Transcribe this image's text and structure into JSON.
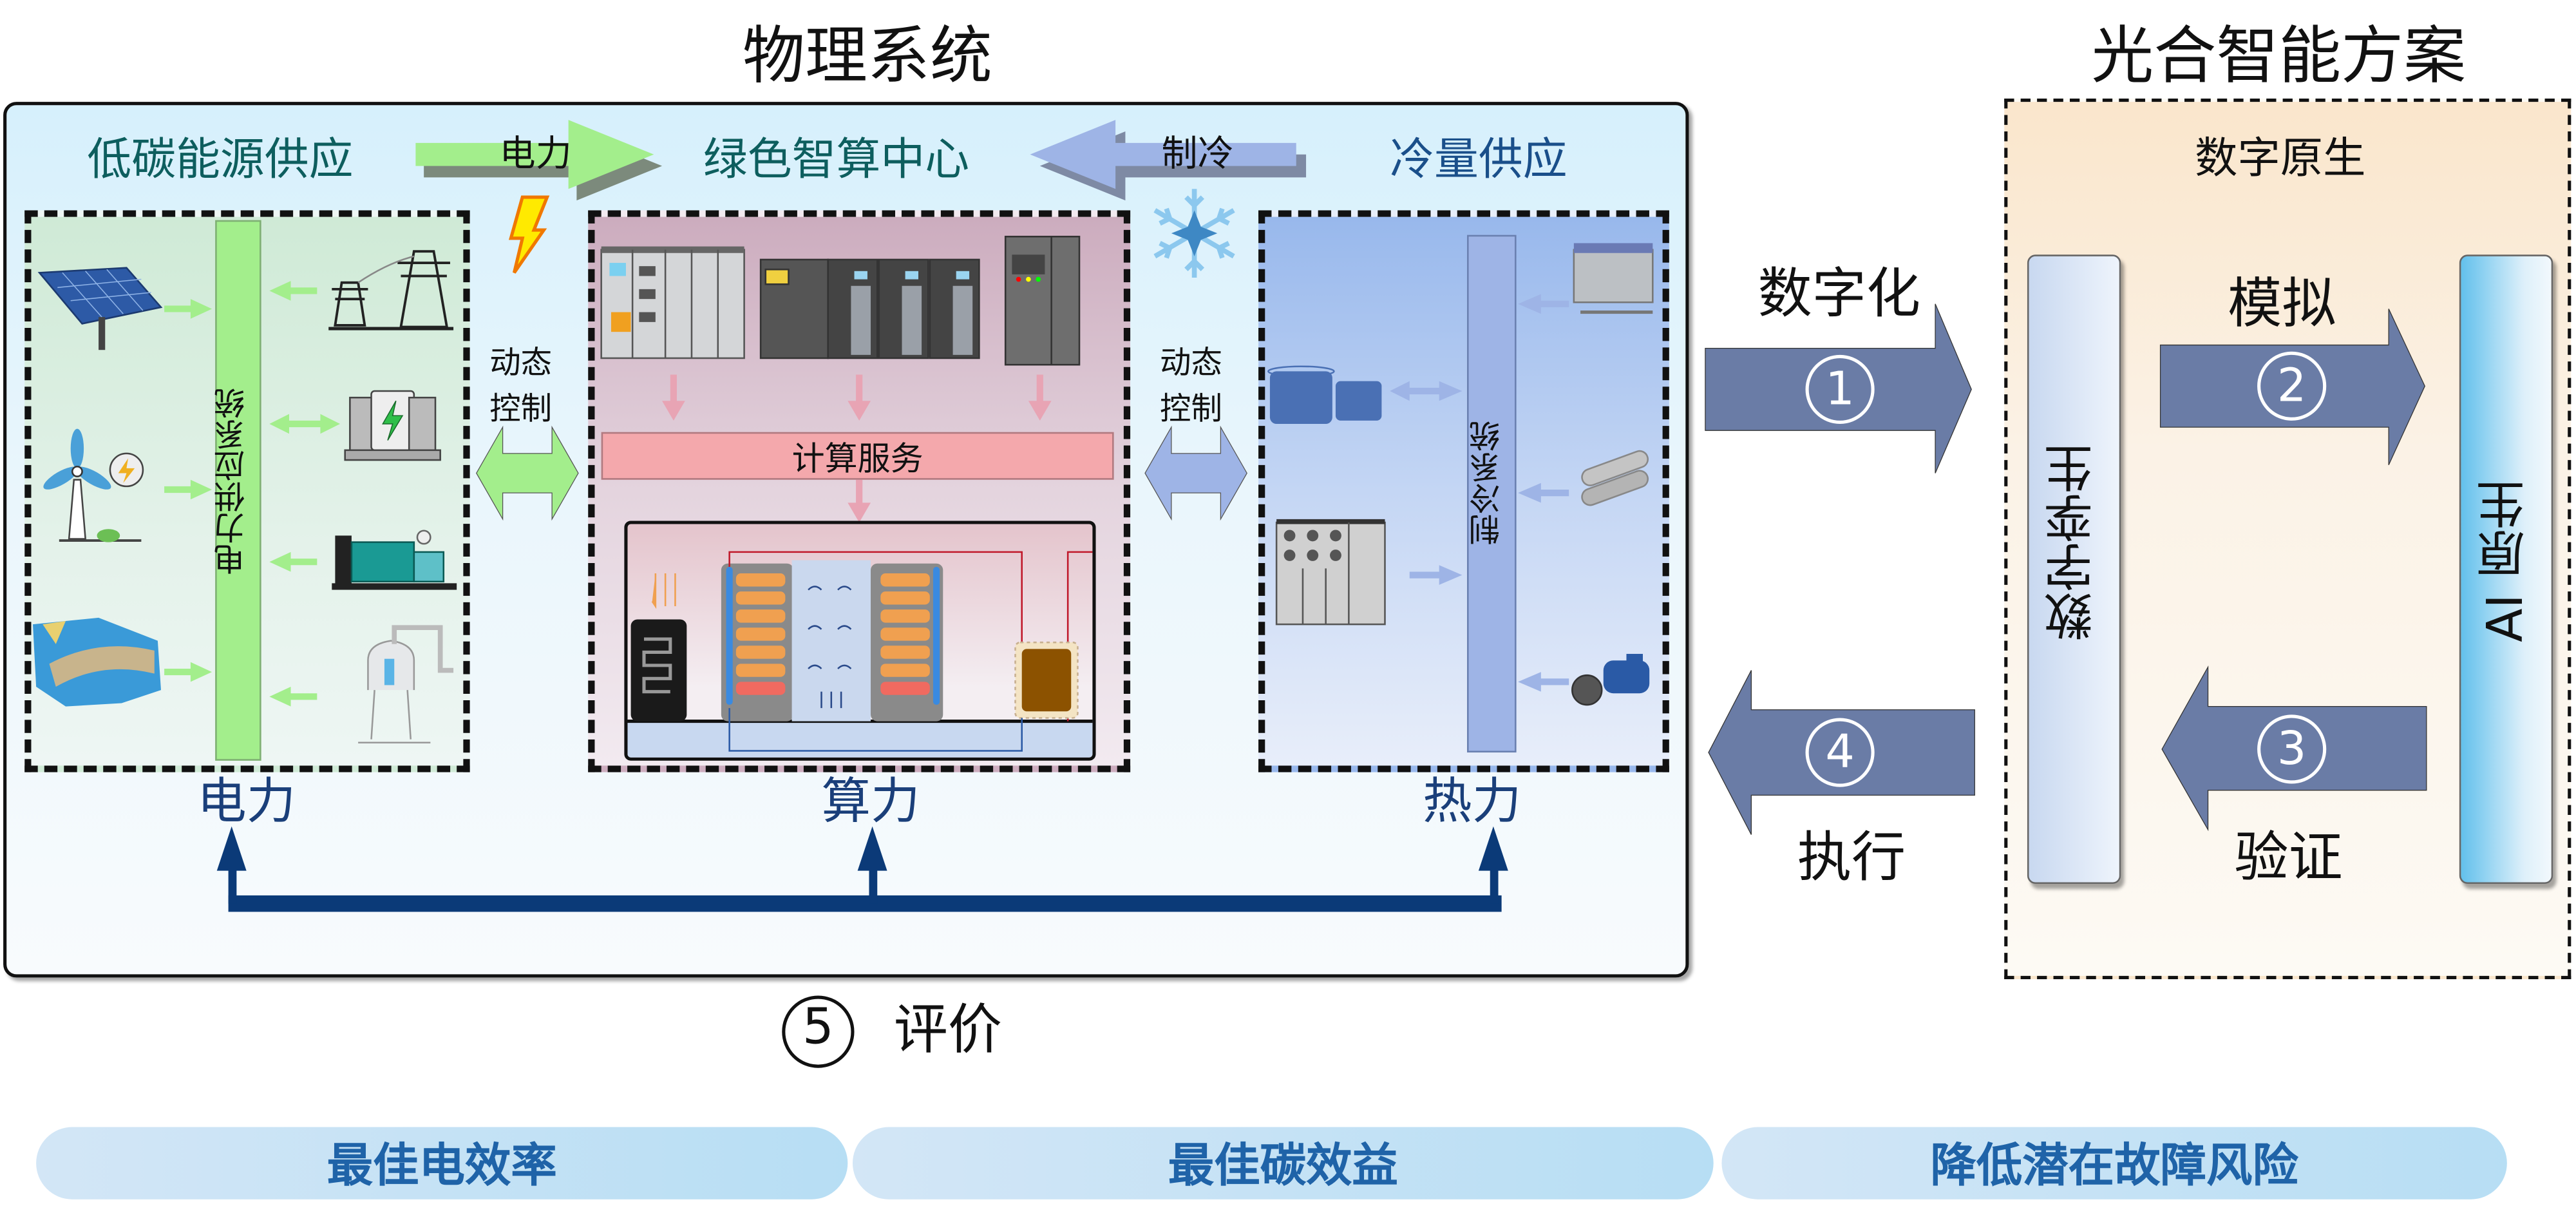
{
  "physical_system": {
    "title": "物理系统",
    "header_left": "低碳能源供应",
    "header_center": "绿色智算中心",
    "header_right": "冷量供应",
    "arrow_power_label": "电力",
    "arrow_cooling_label": "制冷",
    "dynamic_control_left": [
      "动态",
      "控制"
    ],
    "dynamic_control_right": [
      "动态",
      "控制"
    ],
    "power_panel": {
      "bus_label": "电力供应系统",
      "sources_left": [
        "solar-panel",
        "wind-turbine",
        "hydro-dam"
      ],
      "sources_right": [
        "transmission-tower",
        "battery-storage",
        "diesel-generator",
        "gas-tank"
      ],
      "bottom_label": "电力"
    },
    "compute_panel": {
      "service_label": "计算服务",
      "equipment": [
        "switchgear-cabinet",
        "ups-cabinets",
        "distribution-cabinet"
      ],
      "bottom_label": "算力"
    },
    "cooling_panel": {
      "bus_label": "制冷系统",
      "devices_left": [
        "storage-tanks",
        "chiller-cabinet"
      ],
      "devices_right": [
        "cooling-tower",
        "heat-exchanger",
        "water-pump"
      ],
      "bottom_label": "热力"
    },
    "evaluation": {
      "number": "5",
      "label": "评价"
    }
  },
  "solution": {
    "title": "光合智能方案",
    "subtitle": "数字原生",
    "digital_twin": "数字孪生",
    "ai_native": "AI 原生",
    "steps": [
      {
        "number": "1",
        "label": "数字化"
      },
      {
        "number": "2",
        "label": "模拟"
      },
      {
        "number": "3",
        "label": "验证"
      },
      {
        "number": "4",
        "label": "执行"
      }
    ]
  },
  "outcomes": [
    "最佳电效率",
    "最佳碳效益",
    "降低潜在故障风险"
  ],
  "colors": {
    "green_arrow": "#a3ee8c",
    "blue_arrow": "#9eb4e6",
    "step_arrow": "#6a7ca6",
    "navy": "#0b3a78",
    "teal_text": "#0d5e5e",
    "outcome_text": "#1f63a8"
  }
}
